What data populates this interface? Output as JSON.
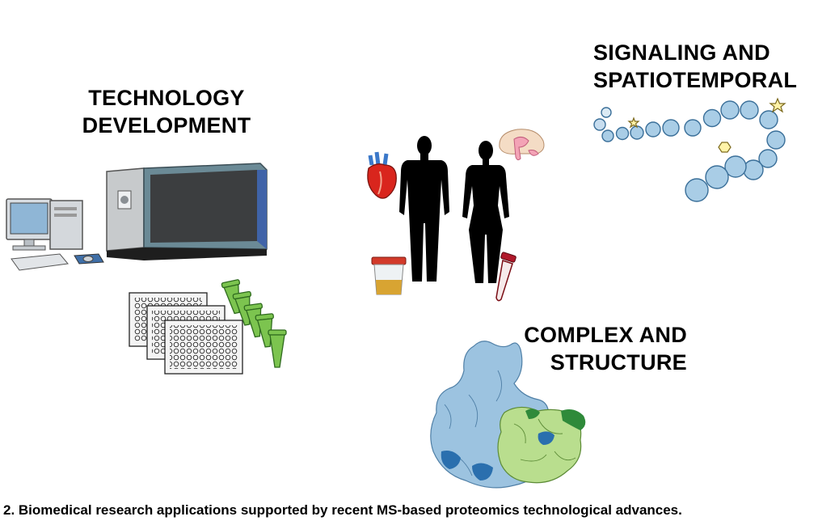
{
  "headings": {
    "technology": [
      "TECHNOLOGY",
      "DEVELOPMENT"
    ],
    "signaling": [
      "SIGNALING AND",
      "SPATIOTEMPORAL"
    ],
    "complex": [
      "COMPLEX AND",
      "STRUCTURE"
    ]
  },
  "caption": "2. Biomedical research applications supported by recent MS-based proteomics technological advances.",
  "icons": [
    "desktop-computer",
    "mass-spectrometer",
    "well-plates",
    "microcentrifuge-tubes",
    "human-male-silhouette",
    "human-female-silhouette",
    "heart",
    "brain",
    "urine-sample-cup",
    "blood-tube",
    "peptide-chain",
    "protein-complex-surface"
  ],
  "colors": {
    "bead": "#a9cde6",
    "bead_stroke": "#3a6f99",
    "protein_blue": "#9cc3e0",
    "protein_green": "#b9de8e",
    "tube_green": "#7cc44f",
    "silhouette": "#000000"
  }
}
